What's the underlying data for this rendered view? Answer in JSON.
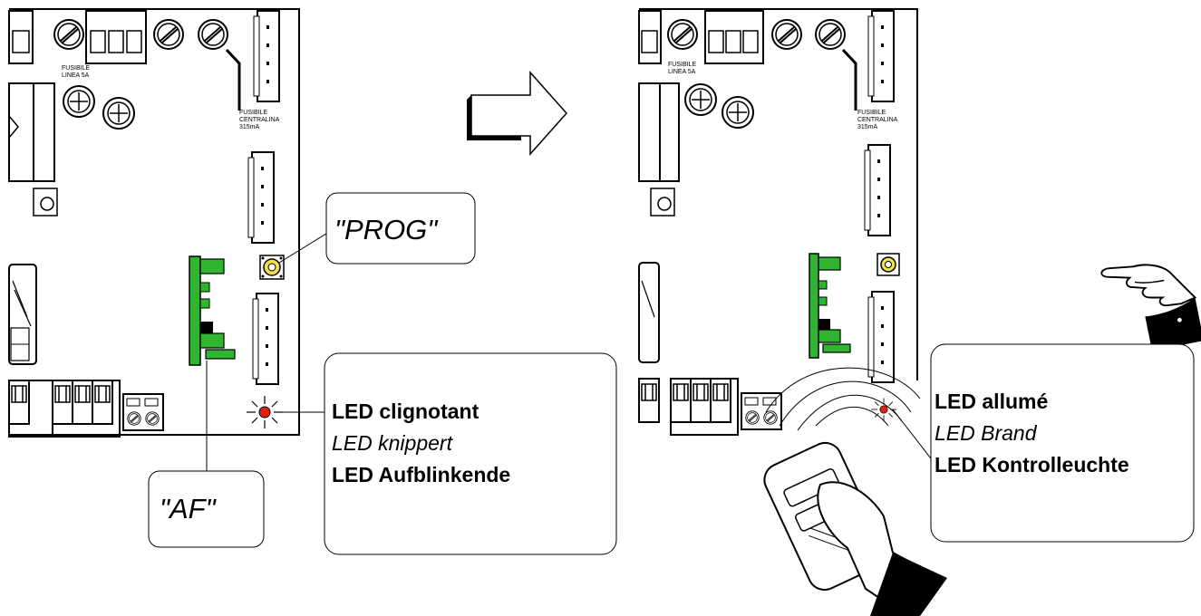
{
  "left_panel": {
    "board_labels": {
      "fuse_line_1": "FUSIBILE",
      "fuse_line_2": "LINEA 5A",
      "fuse_ctrl_1": "FUSIBILE",
      "fuse_ctrl_2": "CENTRALINA",
      "fuse_ctrl_3": "315mA"
    },
    "prog_callout": "\"PROG\"",
    "af_callout": "\"AF\"",
    "led_text": {
      "fr": "LED clignotant",
      "nl": "LED knippert",
      "de": "LED Aufblinkende"
    }
  },
  "right_panel": {
    "board_labels": {
      "fuse_line_1": "FUSIBILE",
      "fuse_line_2": "LINEA 5A",
      "fuse_ctrl_1": "FUSIBILE",
      "fuse_ctrl_2": "CENTRALINA",
      "fuse_ctrl_3": "315mA"
    },
    "led_text": {
      "fr": "LED allumé",
      "nl": "LED Brand",
      "de": "LED Kontrolleuchte"
    }
  },
  "colors": {
    "led_red": "#e02010",
    "module_green": "#2fb52f",
    "line": "#000000"
  }
}
